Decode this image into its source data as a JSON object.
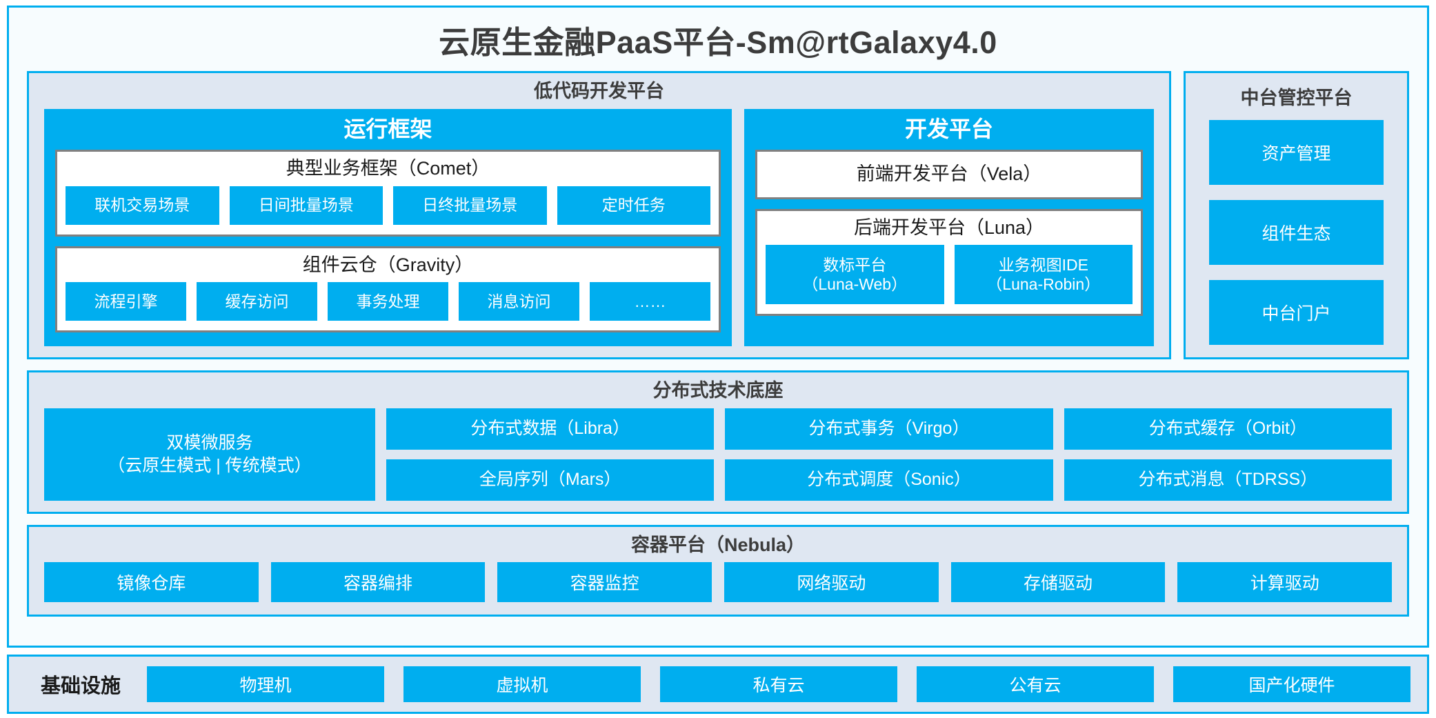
{
  "title": "云原生金融PaaS平台-Sm@rtGalaxy4.0",
  "colors": {
    "accent": "#00AEEF",
    "panel_bg": "#DFE7F2",
    "frame_bg": "#F7FCFE",
    "card_border": "#808080",
    "text_dark": "#3C3C3C"
  },
  "lowcode": {
    "title": "低代码开发平台",
    "runtime": {
      "title": "运行框架",
      "comet": {
        "title": "典型业务框架（Comet）",
        "items": [
          "联机交易场景",
          "日间批量场景",
          "日终批量场景",
          "定时任务"
        ]
      },
      "gravity": {
        "title": "组件云仓（Gravity）",
        "items": [
          "流程引擎",
          "缓存访问",
          "事务处理",
          "消息访问",
          "……"
        ]
      }
    },
    "devplatform": {
      "title": "开发平台",
      "frontend": {
        "title": "前端开发平台（Vela）"
      },
      "backend": {
        "title": "后端开发平台（Luna）",
        "items": [
          "数标平台\n（Luna-Web）",
          "业务视图IDE\n（Luna-Robin）"
        ]
      }
    }
  },
  "midoffice": {
    "title": "中台管控平台",
    "items": [
      "资产管理",
      "组件生态",
      "中台门户"
    ]
  },
  "distributed": {
    "title": "分布式技术底座",
    "featured": "双模微服务\n（云原生模式 | 传统模式）",
    "columns": [
      [
        "分布式数据（Libra）",
        "全局序列（Mars）"
      ],
      [
        "分布式事务（Virgo）",
        "分布式调度（Sonic）"
      ],
      [
        "分布式缓存（Orbit）",
        "分布式消息（TDRSS）"
      ]
    ]
  },
  "container": {
    "title": "容器平台（Nebula）",
    "items": [
      "镜像仓库",
      "容器编排",
      "容器监控",
      "网络驱动",
      "存储驱动",
      "计算驱动"
    ]
  },
  "infrastructure": {
    "label": "基础设施",
    "items": [
      "物理机",
      "虚拟机",
      "私有云",
      "公有云",
      "国产化硬件"
    ]
  }
}
